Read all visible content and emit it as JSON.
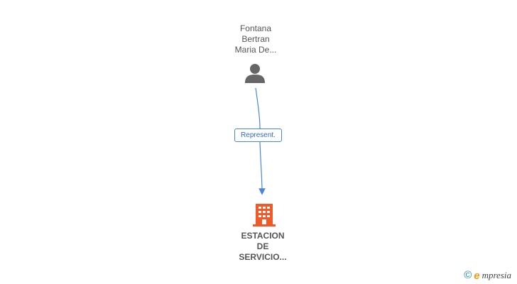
{
  "person": {
    "name_lines": [
      "Fontana",
      "Bertran",
      "Maria De..."
    ],
    "icon": "person-icon"
  },
  "relation": {
    "label": "Represent.",
    "color": "#4a86d8"
  },
  "company": {
    "name_lines": [
      "ESTACION",
      "DE",
      "SERVICIO..."
    ],
    "icon": "building-icon",
    "color": "#f05a28"
  },
  "watermark": {
    "copyright": "©",
    "brand_e": "e",
    "brand_rest": "mpresia"
  }
}
